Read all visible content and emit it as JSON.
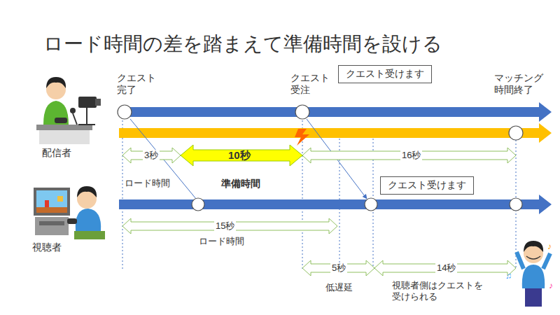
{
  "diagram": {
    "title": "ロード時間の差を踏まえて準備時間を設ける",
    "nodes": [
      {
        "text": [
          "クエスト受けます"
        ]
      },
      {
        "text": [
          "クエスト受けます"
        ]
      }
    ],
    "labels": [
      "クエスト 完了",
      "クエスト 受注",
      "マッチング 時間終了",
      "配信者",
      "3秒",
      "10秒",
      "16秒",
      "ロード時間",
      "準備時間",
      "視聴者",
      "15秒",
      "ロード時間",
      "5秒",
      "14秒",
      "低遅延",
      "視聴者側はクエストを 受けられる"
    ]
  }
}
